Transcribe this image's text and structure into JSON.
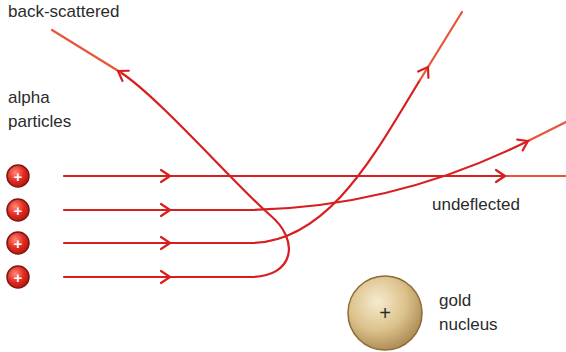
{
  "diagram": {
    "nodes": [
      {
        "text": [
          "+"
        ]
      },
      {
        "text": [
          "+"
        ]
      },
      {
        "text": [
          "+"
        ]
      },
      {
        "text": [
          "+"
        ]
      },
      {
        "text": [
          "+",
          "gold nucleus"
        ]
      }
    ],
    "labels": [
      "back-scattered",
      "alpha particles",
      "undeflected"
    ]
  }
}
